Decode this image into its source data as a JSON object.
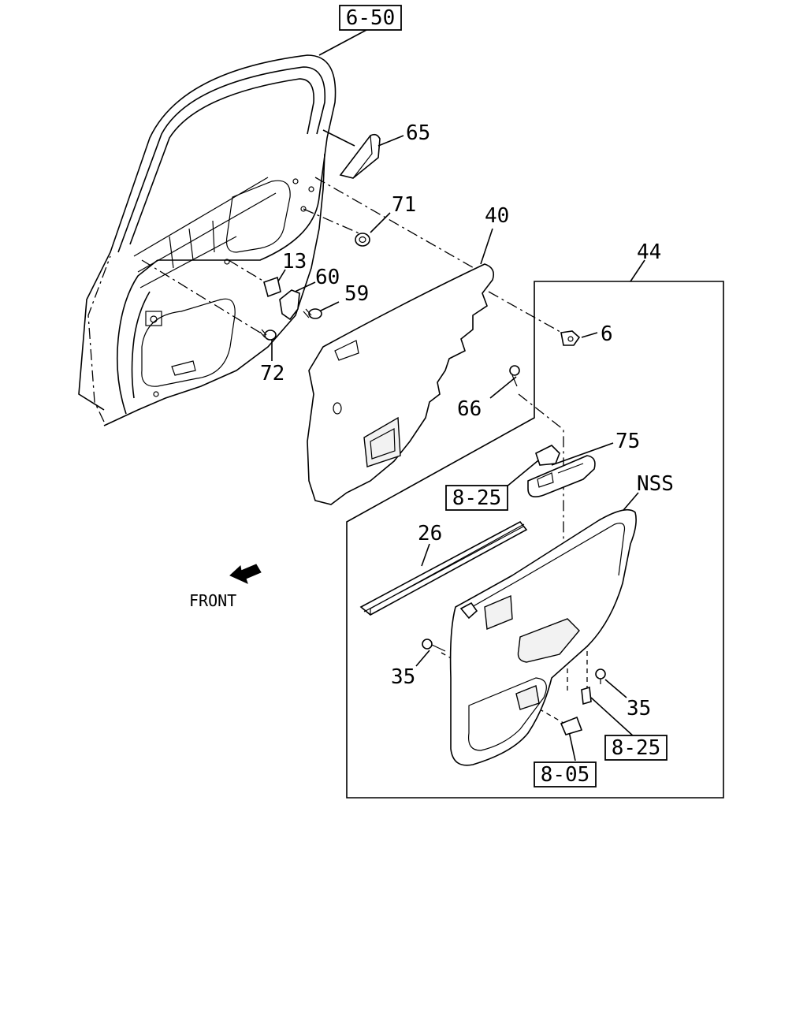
{
  "refs": {
    "r650": "6-50",
    "r825a": "8-25",
    "r825b": "8-25",
    "r805": "8-05"
  },
  "labels": {
    "p65": "65",
    "p71": "71",
    "p40": "40",
    "p44": "44",
    "p13": "13",
    "p60": "60",
    "p59": "59",
    "p6": "6",
    "p72": "72",
    "p66": "66",
    "p75": "75",
    "nss": "NSS",
    "p26": "26",
    "p35a": "35",
    "p35b": "35"
  },
  "front": {
    "label": "FRONT"
  }
}
